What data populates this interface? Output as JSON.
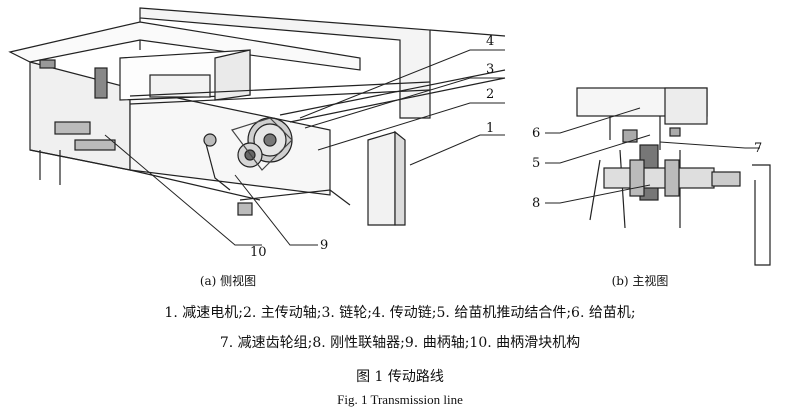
{
  "figure": {
    "callouts_left": [
      "1",
      "2",
      "3",
      "4",
      "9",
      "10"
    ],
    "callouts_right": [
      "5",
      "6",
      "7",
      "8"
    ],
    "subcaption_a": "(a) 侧视图",
    "subcaption_b": "(b) 主视图"
  },
  "legend": {
    "line1": "1. 减速电机;2. 主传动轴;3. 链轮;4. 传动链;5. 给苗机推动结合件;6. 给苗机;",
    "line2": "7. 减速齿轮组;8. 刚性联轴器;9. 曲柄轴;10. 曲柄滑块机构"
  },
  "caption": {
    "title": "图 1    传动路线",
    "title_en": "Fig. 1    Transmission line"
  }
}
